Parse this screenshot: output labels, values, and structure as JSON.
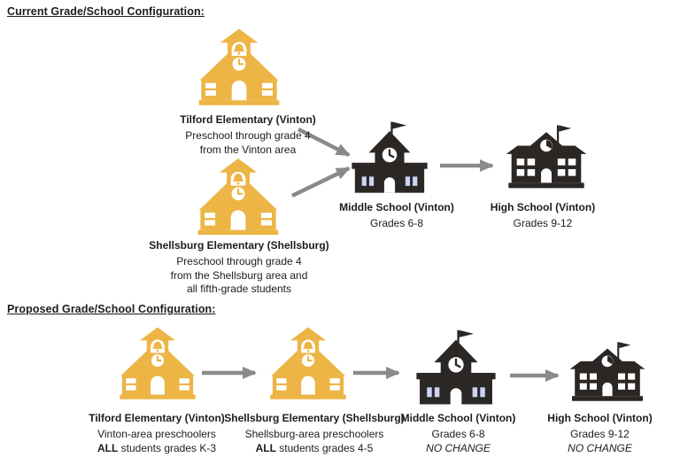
{
  "colors": {
    "schoolhouse_yellow": "#ECB545",
    "building_black": "#2B2725",
    "arrow_gray": "#8A8A8A",
    "window_blue": "#CBD6F4",
    "text_black": "#1C1C1C",
    "background": "#FFFFFF"
  },
  "icons": {
    "elementary": "schoolhouse-icon",
    "middle": "school-building-clock-tower-flag-icon",
    "high": "school-building-pediment-flag-icon",
    "arrow": "flow-arrow-icon"
  },
  "current": {
    "title": "Current Grade/School Configuration:",
    "tilford": {
      "name": "Tilford Elementary (Vinton)",
      "desc": [
        "Preschool through grade 4",
        "from the Vinton area"
      ]
    },
    "shellsburg": {
      "name": "Shellsburg Elementary (Shellsburg)",
      "desc": [
        "Preschool through grade 4",
        "from the Shellsburg area and",
        "all fifth-grade students"
      ]
    },
    "middle": {
      "name": "Middle School (Vinton)",
      "grades": "Grades 6-8"
    },
    "high": {
      "name": "High School (Vinton)",
      "grades": "Grades 9-12"
    }
  },
  "proposed": {
    "title": "Proposed Grade/School Configuration:",
    "tilford": {
      "name": "Tilford Elementary (Vinton)",
      "line1": "Vinton-area preschoolers",
      "emphasis": "ALL",
      "line2_rest": " students grades K-3"
    },
    "shellsburg": {
      "name": "Shellsburg Elementary (Shellsburg)",
      "line1": "Shellsburg-area preschoolers",
      "emphasis": "ALL",
      "line2_rest": " students grades 4-5"
    },
    "middle": {
      "name": "Middle School (Vinton)",
      "grades": "Grades 6-8",
      "note": "NO CHANGE"
    },
    "high": {
      "name": "High School (Vinton)",
      "grades": "Grades 9-12",
      "note": "NO CHANGE"
    }
  }
}
